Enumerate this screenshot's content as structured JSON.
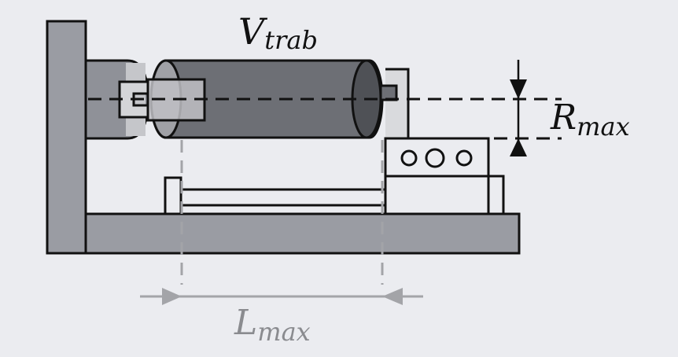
{
  "labels": {
    "v_main": "V",
    "v_sub": "trab",
    "r_main": "R",
    "r_sub": "max",
    "l_main": "L",
    "l_sub": "max"
  },
  "colors": {
    "background": "#ebecf0",
    "wall_fill": "#9a9ca3",
    "chuck_fill": "#8f9198",
    "cylinder_fill": "#6d6f75",
    "cylinder_cap": "#4f5156",
    "outline": "#111111",
    "dim_gray": "#a3a4a8",
    "dim_black": "#111111"
  }
}
